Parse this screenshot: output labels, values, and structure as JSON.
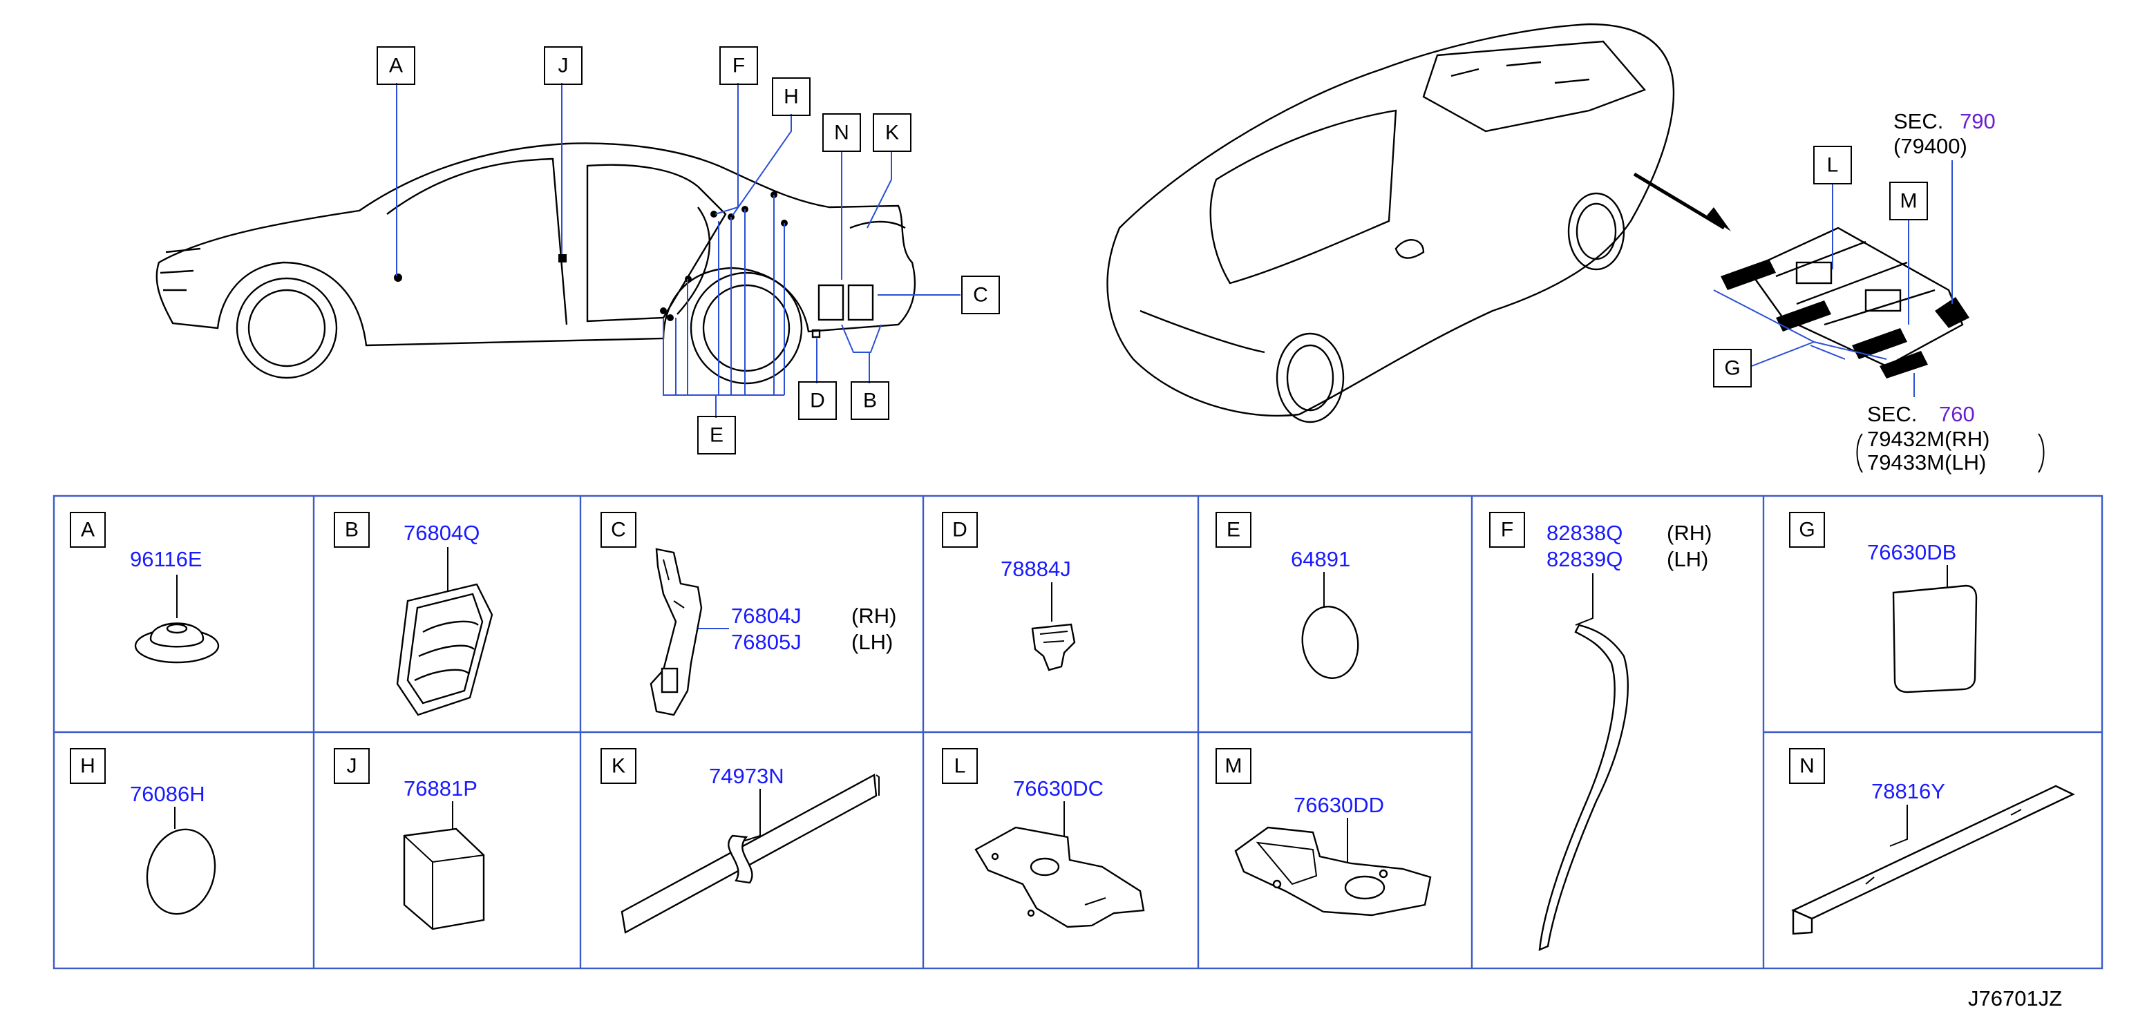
{
  "diagram_id": "J76701JZ",
  "overview": {
    "callouts": [
      "A",
      "J",
      "F",
      "H",
      "N",
      "K",
      "C",
      "D",
      "B",
      "E"
    ],
    "detail_callouts": [
      "L",
      "M",
      "G"
    ],
    "sec_790": {
      "prefix": "SEC.",
      "number": "790",
      "part": "(79400)"
    },
    "sec_760": {
      "prefix": "SEC.",
      "number": "760",
      "rh": "79432M(RH)",
      "lh": "79433M(LH)"
    }
  },
  "cells": {
    "A": {
      "letter": "A",
      "part": "96116E"
    },
    "B": {
      "letter": "B",
      "part": "76804Q"
    },
    "C": {
      "letter": "C",
      "part_rh": "76804J",
      "side_rh": "(RH)",
      "part_lh": "76805J",
      "side_lh": "(LH)"
    },
    "D": {
      "letter": "D",
      "part": "78884J"
    },
    "E": {
      "letter": "E",
      "part": "64891"
    },
    "F": {
      "letter": "F",
      "part_rh": "82838Q",
      "side_rh": "(RH)",
      "part_lh": "82839Q",
      "side_lh": "(LH)"
    },
    "G": {
      "letter": "G",
      "part": "76630DB"
    },
    "H": {
      "letter": "H",
      "part": "76086H"
    },
    "J": {
      "letter": "J",
      "part": "76881P"
    },
    "K": {
      "letter": "K",
      "part": "74973N"
    },
    "L": {
      "letter": "L",
      "part": "76630DC"
    },
    "M": {
      "letter": "M",
      "part": "76630DD"
    },
    "N": {
      "letter": "N",
      "part": "78816Y"
    }
  },
  "colors": {
    "part_number": "#1a1aff",
    "section_number": "#6a1fd0",
    "grid": "#3b5bc7",
    "line": "#000000"
  }
}
